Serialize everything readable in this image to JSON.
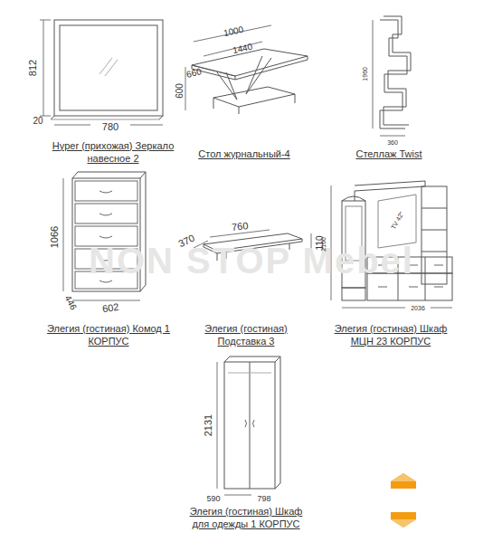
{
  "diagram": {
    "labels": [
      "812",
      "20",
      "780",
      "1000",
      "1440",
      "660",
      "600",
      "1960",
      "360",
      "1066",
      "446",
      "602",
      "370",
      "760",
      "110",
      "TV 42\"",
      "2100",
      "2036",
      "2131",
      "590",
      "798",
      "Hyper (прихожая) Зеркало навесное 2",
      "Стол журнальный-4",
      "Стеллаж Twist",
      "Элегия (гостиная) Комод 1 КОРПУС",
      "Элегия (гостиная) Подставка 3",
      "Элегия (гостиная) Шкаф МЦН 23 КОРПУС",
      "Элегия (гостиная) Шкаф для одежды 1 КОРПУС",
      "NON STOP Mebel"
    ]
  }
}
